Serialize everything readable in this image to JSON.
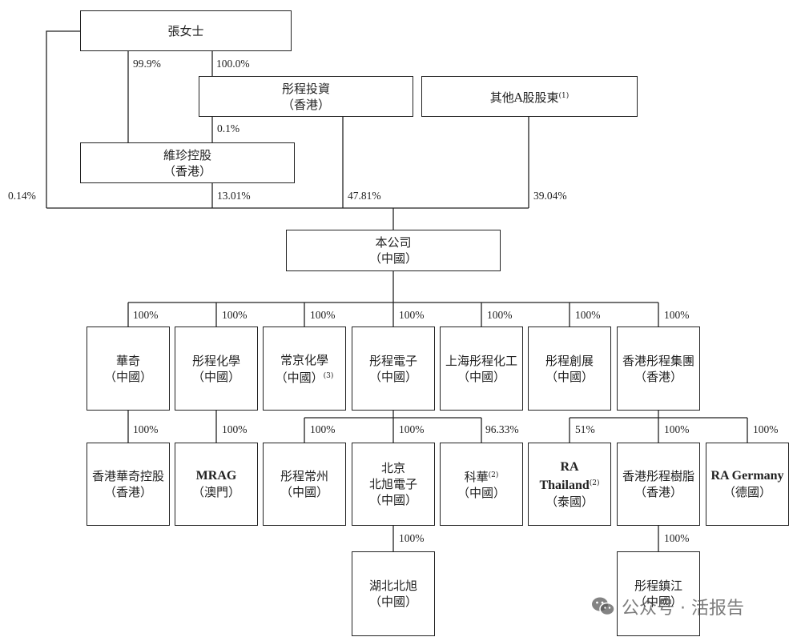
{
  "nodes": {
    "zhang": {
      "line1": "張女士",
      "line2": ""
    },
    "tongcheng_inv": {
      "line1": "彤程投資",
      "line2": "（香港）"
    },
    "other_a": {
      "line1": "其他A股股東",
      "note": "(1)"
    },
    "weizhen": {
      "line1": "維珍控股",
      "line2": "（香港）"
    },
    "company": {
      "line1": "本公司",
      "line2": "（中國）"
    },
    "huaqi": {
      "line1": "華奇",
      "line2": "（中國）"
    },
    "chem": {
      "line1": "彤程化學",
      "line2": "（中國）"
    },
    "changjing": {
      "line1": "常京化學",
      "line2": "（中國）",
      "note": "(3)"
    },
    "elec": {
      "line1": "彤程電子",
      "line2": "（中國）"
    },
    "shanghai": {
      "line1": "上海彤程化工",
      "line2": "（中國）"
    },
    "chuangzhan": {
      "line1": "彤程創展",
      "line2": "（中國）"
    },
    "hkgroup": {
      "line1": "香港彤程集團",
      "line2": "（香港）"
    },
    "hkhuaqi": {
      "line1": "香港華奇控股",
      "line2": "（香港）"
    },
    "mrag": {
      "line1": "MRAG",
      "line2": "（澳門）"
    },
    "changzhou": {
      "line1": "彤程常州",
      "line2": "（中國）"
    },
    "beixu": {
      "line1": "北京",
      "line2": "北旭電子",
      "line3": "（中國）"
    },
    "kehua": {
      "line1": "科華",
      "line2": "（中國）",
      "note": "(2)"
    },
    "thailand": {
      "line1": "RA",
      "line2": "Thailand",
      "line3": "（泰國）",
      "note": "(2)"
    },
    "resin": {
      "line1": "香港彤程樹脂",
      "line2": "（香港）"
    },
    "germany": {
      "line1": "RA Germany",
      "line2": "（德國）"
    },
    "hubei": {
      "line1": "湖北北旭",
      "line2": "（中國）"
    },
    "zhenjiang": {
      "line1": "彤程鎮江",
      "line2": "（中國）"
    }
  },
  "percentages": {
    "zhang_weizhen": "99.9%",
    "zhang_inv": "100.0%",
    "inv_weizhen": "0.1%",
    "zhang_company": "0.14%",
    "weizhen_company": "13.01%",
    "inv_company": "47.81%",
    "other_company": "39.04%",
    "c_huaqi": "100%",
    "c_chem": "100%",
    "c_changjing": "100%",
    "c_elec": "100%",
    "c_shanghai": "100%",
    "c_chuangzhan": "100%",
    "c_hkgroup": "100%",
    "huaqi_hkhuaqi": "100%",
    "chem_mrag": "100%",
    "elec_changzhou": "100%",
    "elec_beixu": "100%",
    "elec_kehua": "96.33%",
    "hk_thailand": "51%",
    "hk_resin": "100%",
    "hk_germany": "100%",
    "beixu_hubei": "100%",
    "resin_zhenjiang": "100%"
  },
  "watermark": {
    "text": "公众号 · 活报告"
  }
}
